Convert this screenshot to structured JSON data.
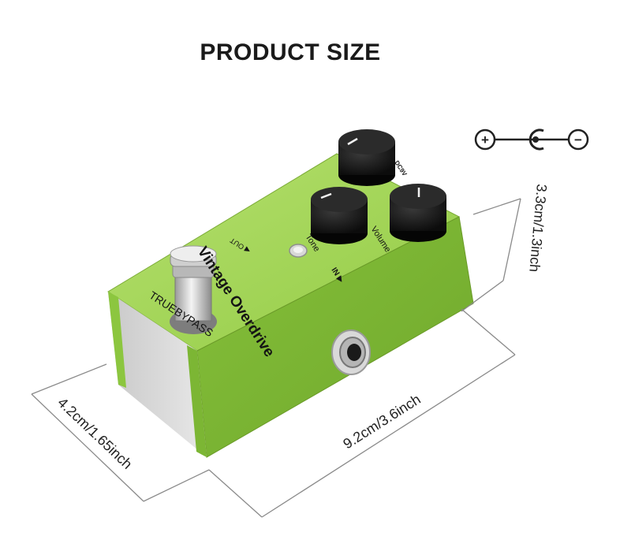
{
  "title": "PRODUCT SIZE",
  "polarity": {
    "plus": "+",
    "minus": "−"
  },
  "dimensions": {
    "length": "9.2cm/3.6inch",
    "width": "4.2cm/1.65inch",
    "height": "3.3cm/1.3inch"
  },
  "pedal": {
    "name": "Vintage Overdrive",
    "switch_label": "TRUEBYPASS",
    "out_label": "◀ OUT",
    "in_label": "IN ▶",
    "power_label": "DC9V",
    "knob_tone": "Tone",
    "knob_volume": "Volume"
  },
  "colors": {
    "body": "#8cc63f",
    "top": "#a4d65e",
    "knob": "#151515"
  }
}
